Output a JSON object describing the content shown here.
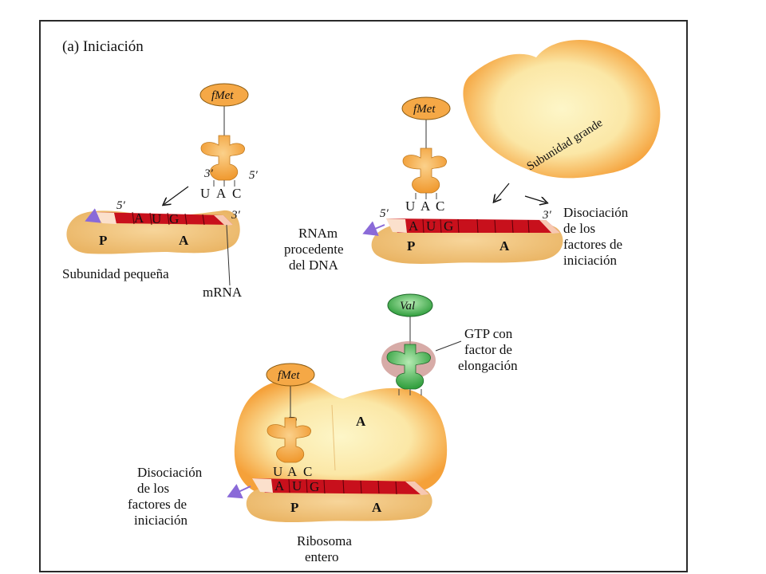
{
  "title": "(a) Iniciación",
  "amino_fmet": "fMet",
  "amino_val": "Val",
  "anticodon": [
    "U",
    "A",
    "C"
  ],
  "codon": [
    "A",
    "U",
    "G"
  ],
  "site_p": "P",
  "site_a": "A",
  "prime3": "3′",
  "prime5": "5′",
  "labels": {
    "subunidad_pequena": "Subunidad pequeña",
    "mrna": "mRNA",
    "subunidad_grande": "Subunidad grande",
    "rnam": [
      "RNAm",
      "procedente",
      "del DNA"
    ],
    "disociacion": [
      "Disociación",
      "de los",
      "factores de",
      "iniciación"
    ],
    "gtp": [
      "GTP con",
      "factor de",
      "elongación"
    ],
    "ribosoma": [
      "Ribosoma",
      "entero"
    ]
  },
  "colors": {
    "subunit_fill": "#f2c06a",
    "large_edge": "#f6a83c",
    "large_center": "#fdf6c8",
    "trna": "#f5a846",
    "mrna": "#c8101c",
    "val": "#3cb04a",
    "arrow_purple": "#8a6ad8",
    "gtp": "#c98f8a"
  }
}
